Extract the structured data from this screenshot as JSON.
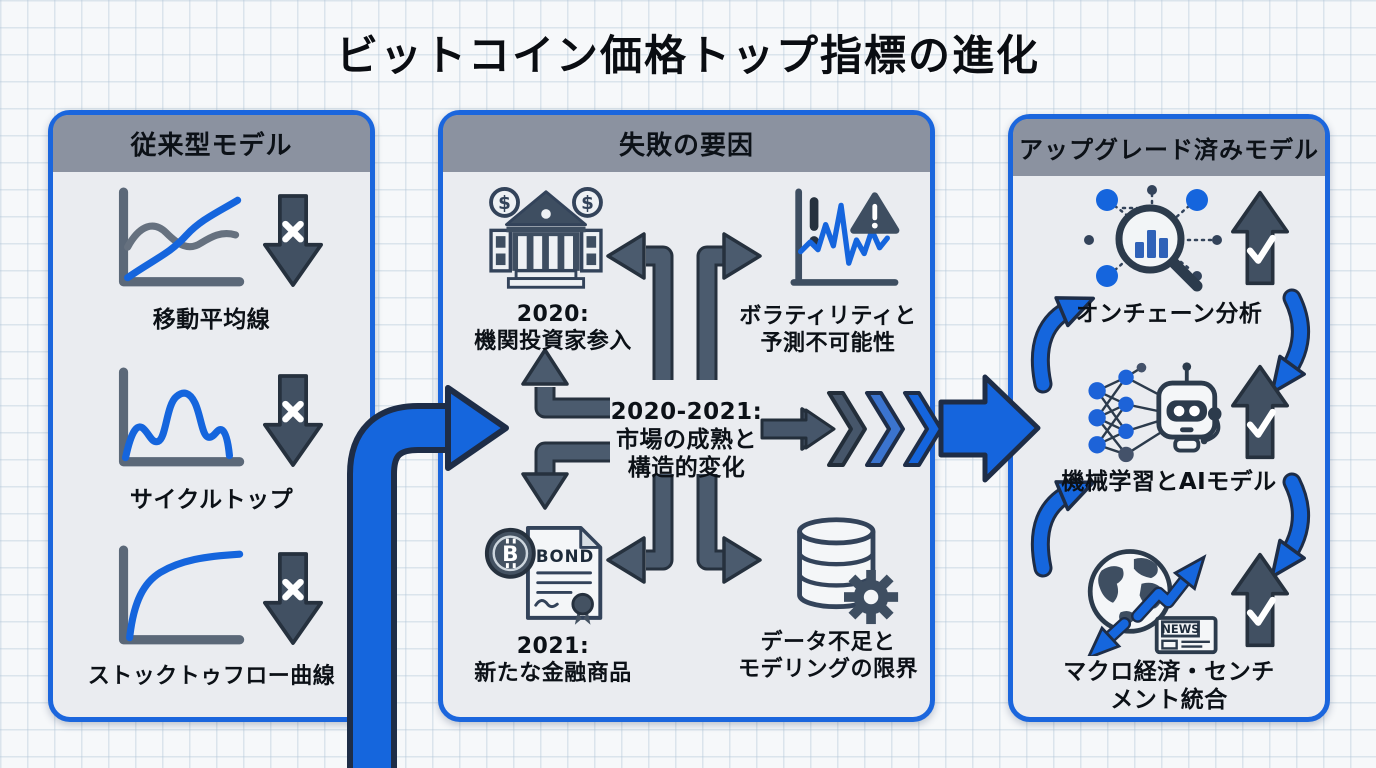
{
  "title": "ビットコイン価格トップ指標の進化",
  "panels": {
    "traditional": {
      "header": "従来型モデル",
      "items": [
        {
          "icon": "moving-average-chart-icon",
          "status_icon": "fail-down-arrow-icon",
          "label": "移動平均線"
        },
        {
          "icon": "cycle-top-chart-icon",
          "status_icon": "fail-down-arrow-icon",
          "label": "サイクルトップ"
        },
        {
          "icon": "stock-to-flow-chart-icon",
          "status_icon": "fail-down-arrow-icon",
          "label": "ストックトゥフロー曲線"
        }
      ]
    },
    "failure": {
      "header": "失敗の要因",
      "center_label": "2020-2021:\n市場の成熟と\n構造的変化",
      "items": [
        {
          "icon": "bank-institution-icon",
          "label": "2020:\n機関投資家参入"
        },
        {
          "icon": "volatility-warning-chart-icon",
          "label": "ボラティリティと\n予測不可能性"
        },
        {
          "icon": "bitcoin-bond-document-icon",
          "label": "2021:\n新たな金融商品"
        },
        {
          "icon": "database-gear-icon",
          "label": "データ不足と\nモデリングの限界"
        }
      ]
    },
    "upgraded": {
      "header": "アップグレード済みモデル",
      "items": [
        {
          "icon": "onchain-analysis-icon",
          "status_icon": "success-up-arrow-icon",
          "label": "オンチェーン分析"
        },
        {
          "icon": "machine-learning-ai-icon",
          "status_icon": "success-up-arrow-icon",
          "label": "機械学習とAIモデル"
        },
        {
          "icon": "macro-sentiment-globe-icon",
          "status_icon": "success-up-arrow-icon",
          "label": "マクロ経済・センチ\nメント統合"
        }
      ]
    }
  },
  "icon_text": {
    "dollar": "$",
    "bitcoin": "B",
    "bond": "BOND",
    "news": "NEWS"
  },
  "colors": {
    "accent_blue": "#1565dd",
    "border_blue": "#1b66dd",
    "arrow_slate": "#46566a",
    "arrow_outline": "#26313e",
    "header_gray": "#8b92a0",
    "panel_bg": "#eaecf0",
    "text_dark": "#0c1117"
  }
}
